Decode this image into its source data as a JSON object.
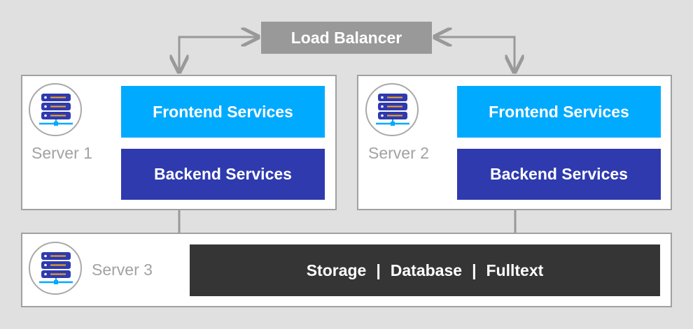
{
  "load_balancer": {
    "label": "Load Balancer"
  },
  "servers": [
    {
      "label": "Server 1",
      "services": [
        "Frontend Services",
        "Backend Services"
      ]
    },
    {
      "label": "Server 2",
      "services": [
        "Frontend Services",
        "Backend Services"
      ]
    },
    {
      "label": "Server 3",
      "services": [
        "Storage",
        "Database",
        "Fulltext"
      ],
      "separator": "|"
    }
  ],
  "colors": {
    "background": "#e0e0e0",
    "load_balancer": "#999999",
    "frontend": "#00aaff",
    "backend": "#2e3aae",
    "storage": "#353535",
    "connector": "#999999"
  },
  "icons": {
    "server": "server-rack-icon",
    "arrow": "double-arrow-icon"
  }
}
